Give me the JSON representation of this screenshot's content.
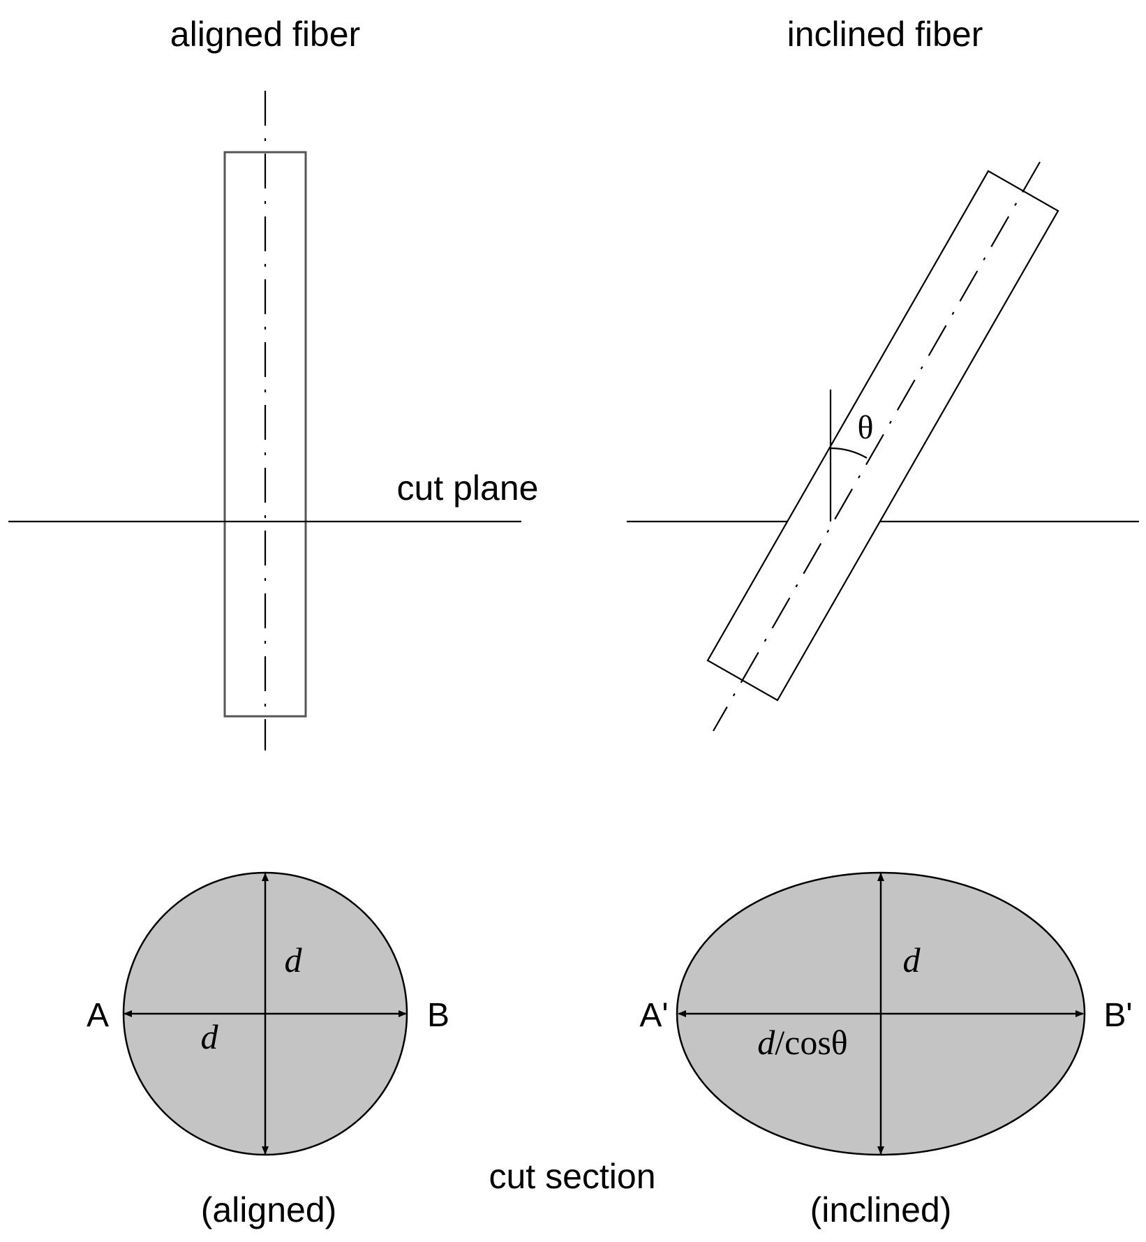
{
  "labels": {
    "aligned_fiber": "aligned fiber",
    "inclined_fiber": "inclined fiber",
    "cut_plane": "cut plane",
    "theta": "θ",
    "cut_section": "cut section",
    "aligned_caption": "(aligned)",
    "inclined_caption": "(inclined)"
  },
  "aligned_section": {
    "point_left": "A",
    "point_right": "B",
    "vertical_dim": "d",
    "horizontal_dim": "d"
  },
  "inclined_section": {
    "point_left": "A'",
    "point_right": "B'",
    "vertical_dim": "d",
    "horizontal_dim_d": "d",
    "horizontal_dim_rest": "/cosθ"
  },
  "colors": {
    "section_fill": "#c4c4c4",
    "line": "#000000",
    "aligned_outline": "#555555"
  }
}
